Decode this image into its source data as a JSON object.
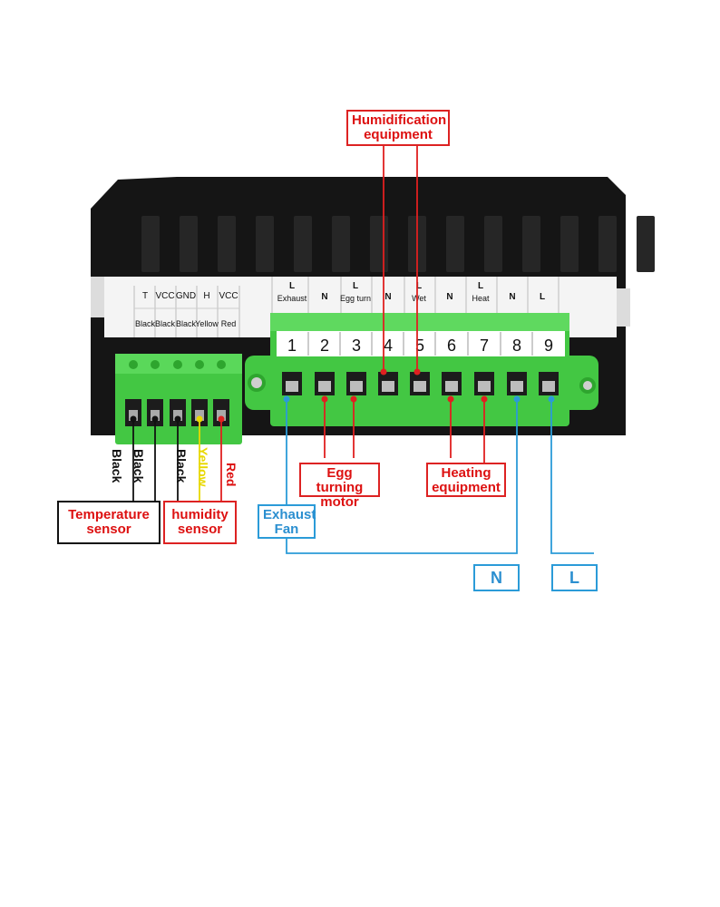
{
  "colors": {
    "body": "#121212",
    "slot": "#262626",
    "terminal_green": "#43c743",
    "terminal_dark": "#2ea52e",
    "red_line": "#e02020",
    "blue_line": "#2b9bd8",
    "yellow_wire": "#e8d800"
  },
  "top_labels": [
    {
      "top": "T",
      "bottom": "Black"
    },
    {
      "top": "VCC",
      "bottom": "Black"
    },
    {
      "top": "GND",
      "bottom": "Black"
    },
    {
      "top": "H",
      "bottom": "Yellow"
    },
    {
      "top": "VCC",
      "bottom": "Red"
    }
  ],
  "output_labels": [
    {
      "top": "L",
      "sub": "Exhaust"
    },
    {
      "top": "N",
      "sub": ""
    },
    {
      "top": "L",
      "sub": "Egg turn"
    },
    {
      "top": "N",
      "sub": ""
    },
    {
      "top": "L",
      "sub": "Wet"
    },
    {
      "top": "N",
      "sub": ""
    },
    {
      "top": "L",
      "sub": "Heat"
    },
    {
      "top": "N",
      "sub": ""
    },
    {
      "top": "L",
      "sub": ""
    }
  ],
  "terminal_numbers": [
    "1",
    "2",
    "3",
    "4",
    "5",
    "6",
    "7",
    "8",
    "9"
  ],
  "wire_labels": [
    "Black",
    "Black",
    "Black",
    "Yellow",
    "Red"
  ],
  "callouts": {
    "humidification": "Humidification\nequipment",
    "egg_turning": "Egg turning\nmotor",
    "heating": "Heating\nequipment",
    "exhaust": "Exhaust\nFan",
    "temperature": "Temperature\nsensor",
    "humidity": "humidity\nsensor",
    "n_terminal": "N",
    "l_terminal": "L"
  }
}
